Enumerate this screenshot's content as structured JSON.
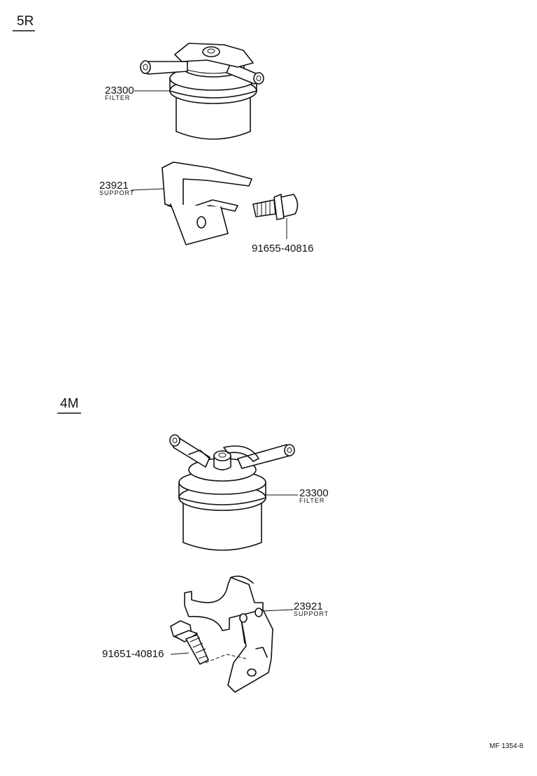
{
  "sections": {
    "top": {
      "label": "5R"
    },
    "bottom": {
      "label": "4M"
    }
  },
  "parts": {
    "top_filter": {
      "number": "23300",
      "name": "FILTER"
    },
    "top_support": {
      "number": "23921",
      "name": "SUPPORT"
    },
    "top_bolt": {
      "number": "91655-40816"
    },
    "bottom_filter": {
      "number": "23300",
      "name": "FILTER"
    },
    "bottom_support": {
      "number": "23921",
      "name": "SUPPORT"
    },
    "bottom_bolt": {
      "number": "91651-40816"
    }
  },
  "footer": {
    "code": "MF 1354-8"
  }
}
